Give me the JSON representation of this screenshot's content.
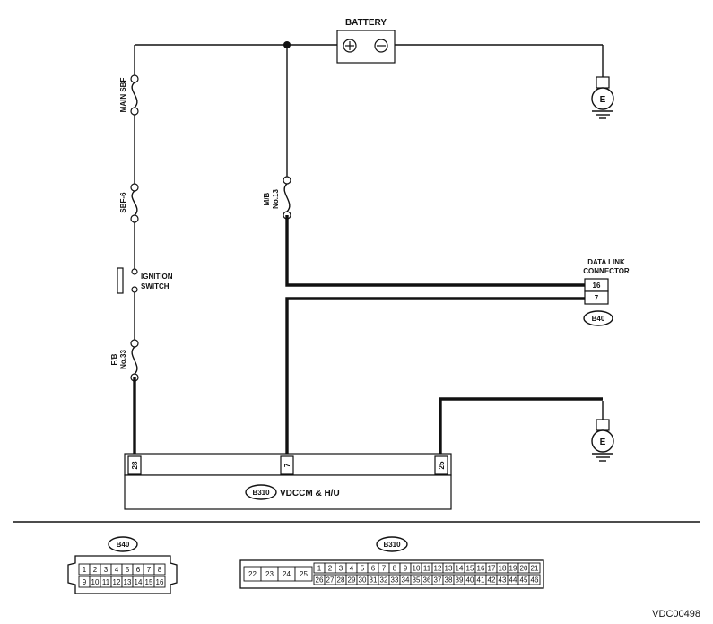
{
  "battery": {
    "label": "BATTERY"
  },
  "fuses": {
    "main_sbf": "MAIN SBF",
    "sbf6": "SBF-6",
    "mb13_line1": "M/B",
    "mb13_line2": "No.13",
    "fb33_line1": "F/B",
    "fb33_line2": "No.33"
  },
  "ignition_switch": {
    "line1": "IGNITION",
    "line2": "SWITCH"
  },
  "ground_symbol": "E",
  "data_link_connector": {
    "line1": "DATA LINK",
    "line2": "CONNECTOR",
    "pin_top": "16",
    "pin_bottom": "7",
    "code": "B40"
  },
  "vdccm": {
    "code": "B310",
    "name": "VDCCM & H/U",
    "pin_left": "28",
    "pin_middle": "7",
    "pin_right": "25"
  },
  "connector_views": {
    "b40": {
      "code": "B40",
      "row1": [
        "1",
        "2",
        "3",
        "4",
        "5",
        "6",
        "7",
        "8"
      ],
      "row2": [
        "9",
        "10",
        "11",
        "12",
        "13",
        "14",
        "15",
        "16"
      ]
    },
    "b310": {
      "code": "B310",
      "left_block": [
        "22",
        "23",
        "24",
        "25"
      ],
      "row1": [
        "1",
        "2",
        "3",
        "4",
        "5",
        "6",
        "7",
        "8",
        "9",
        "10",
        "11",
        "12",
        "13",
        "14",
        "15",
        "16",
        "17",
        "18",
        "19",
        "20",
        "21"
      ],
      "row2": [
        "26",
        "27",
        "28",
        "29",
        "30",
        "31",
        "32",
        "33",
        "34",
        "35",
        "36",
        "37",
        "38",
        "39",
        "40",
        "41",
        "42",
        "43",
        "44",
        "45",
        "46"
      ]
    }
  },
  "diagram_code": "VDC00498"
}
